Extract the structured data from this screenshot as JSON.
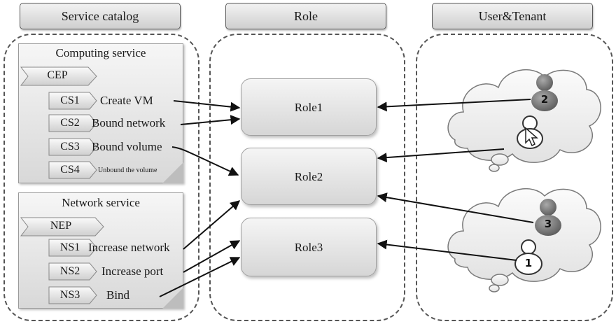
{
  "headers": {
    "service_catalog": "Service catalog",
    "role": "Role",
    "user_tenant": "User&Tenant"
  },
  "computing": {
    "title": "Computing service",
    "endpoint": "CEP",
    "items": [
      {
        "code": "CS1",
        "name": "Create VM"
      },
      {
        "code": "CS2",
        "name": "Bound network"
      },
      {
        "code": "CS3",
        "name": "Bound volume"
      },
      {
        "code": "CS4",
        "name": "Unbound the volume"
      }
    ]
  },
  "network": {
    "title": "Network service",
    "endpoint": "NEP",
    "items": [
      {
        "code": "NS1",
        "name": "Increase network"
      },
      {
        "code": "NS2",
        "name": "Increase port"
      },
      {
        "code": "NS3",
        "name": "Bind"
      }
    ]
  },
  "roles": [
    "Role1",
    "Role2",
    "Role3"
  ],
  "users": [
    "2",
    "3",
    "1"
  ],
  "colors": {
    "line": "#111111",
    "panel": "#e4e4e4",
    "dark_user": "#777777"
  },
  "icons": [
    "user-icon",
    "cursor-icon",
    "cloud-icon"
  ]
}
